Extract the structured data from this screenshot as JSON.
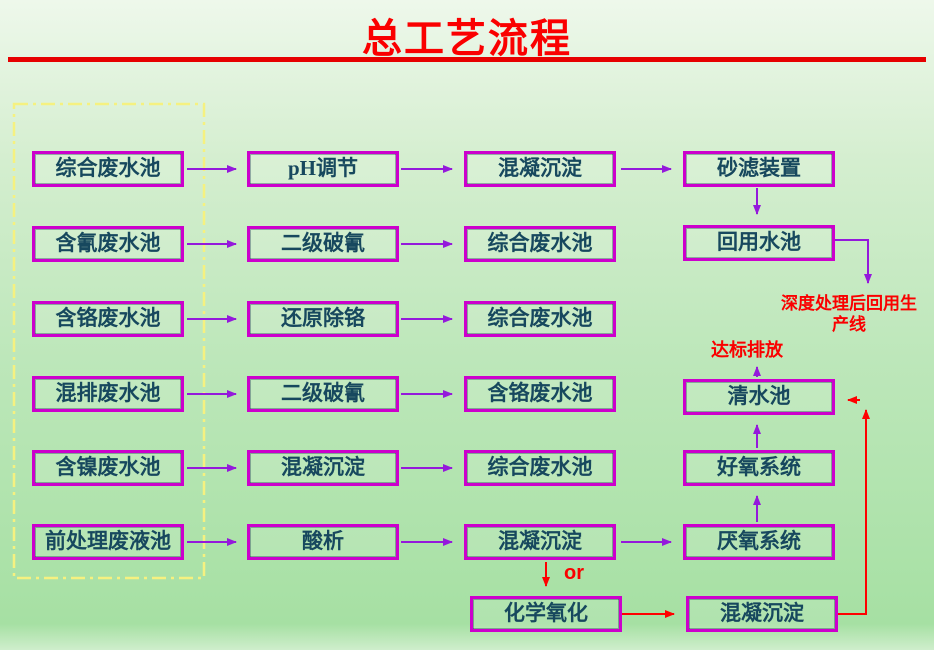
{
  "title": "总工艺流程",
  "colors": {
    "title_red": "#fa0000",
    "box_border_magenta": "#cc00cc",
    "box_text_navy": "#17485e",
    "arrow_purple": "#9419db",
    "arrow_red": "#ff0000",
    "dashed_frame_yellow": "#f5f180",
    "background_green_top": "#eef8eb",
    "background_green_bottom": "#a6e0a3"
  },
  "boxes": {
    "col1": [
      "综合废水池",
      "含氰废水池",
      "含铬废水池",
      "混排废水池",
      "含镍废水池",
      "前处理废液池"
    ],
    "col2": [
      "pH调节",
      "二级破氰",
      "还原除铬",
      "二级破氰",
      "混凝沉淀",
      "酸析"
    ],
    "col3": [
      "混凝沉淀",
      "综合废水池",
      "综合废水池",
      "含铬废水池",
      "综合废水池",
      "混凝沉淀"
    ],
    "col4": [
      "砂滤装置",
      "回用水池",
      "清水池",
      "好氧系统",
      "厌氧系统",
      "混凝沉淀"
    ],
    "bottom_left": "化学氧化"
  },
  "labels": {
    "deep_reuse": "深度处理后回用生产线",
    "discharge": "达标排放",
    "or": "or"
  },
  "connections": [
    {
      "from": "综合废水池",
      "to": "pH调节",
      "color": "purple"
    },
    {
      "from": "pH调节",
      "to": "混凝沉淀",
      "color": "purple"
    },
    {
      "from": "混凝沉淀",
      "to": "砂滤装置",
      "color": "purple"
    },
    {
      "from": "砂滤装置",
      "to": "回用水池",
      "color": "purple"
    },
    {
      "from": "回用水池",
      "to": "深度处理后回用生产线",
      "color": "purple"
    },
    {
      "from": "含氰废水池",
      "to": "二级破氰",
      "color": "purple"
    },
    {
      "from": "二级破氰",
      "to": "综合废水池",
      "color": "purple"
    },
    {
      "from": "含铬废水池",
      "to": "还原除铬",
      "color": "purple"
    },
    {
      "from": "还原除铬",
      "to": "综合废水池",
      "color": "purple"
    },
    {
      "from": "混排废水池",
      "to": "二级破氰",
      "color": "purple"
    },
    {
      "from": "二级破氰",
      "to": "含铬废水池",
      "color": "purple"
    },
    {
      "from": "含镍废水池",
      "to": "混凝沉淀",
      "color": "purple"
    },
    {
      "from": "混凝沉淀",
      "to": "综合废水池",
      "color": "purple"
    },
    {
      "from": "前处理废液池",
      "to": "酸析",
      "color": "purple"
    },
    {
      "from": "酸析",
      "to": "混凝沉淀",
      "color": "purple"
    },
    {
      "from": "混凝沉淀",
      "to": "厌氧系统",
      "color": "purple"
    },
    {
      "from": "厌氧系统",
      "to": "好氧系统",
      "color": "purple"
    },
    {
      "from": "好氧系统",
      "to": "清水池",
      "color": "purple"
    },
    {
      "from": "清水池",
      "to": "达标排放",
      "color": "purple"
    },
    {
      "from": "混凝沉淀",
      "to": "化学氧化",
      "color": "red",
      "note": "or"
    },
    {
      "from": "化学氧化",
      "to": "混凝沉淀",
      "color": "red"
    },
    {
      "from": "混凝沉淀",
      "to": "清水池",
      "color": "red"
    }
  ]
}
